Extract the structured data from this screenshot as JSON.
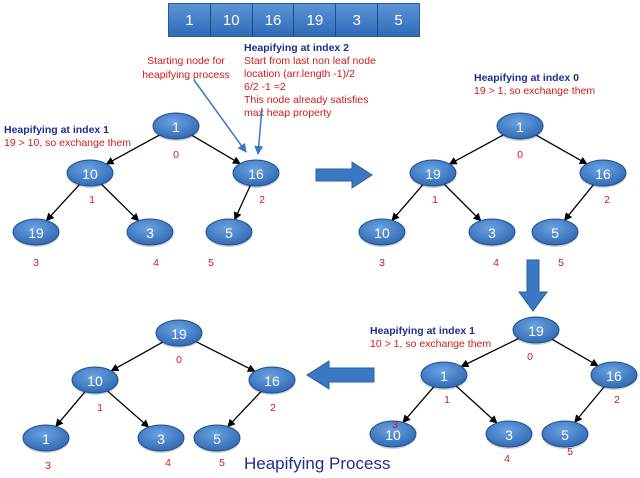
{
  "array": [
    "1",
    "10",
    "16",
    "19",
    "3",
    "5"
  ],
  "notes": {
    "start_node": "Starting node for heapifying process",
    "index2_heading": "Heapifying at index 2",
    "index2_lines": [
      "Start from last non leaf node",
      "location (arr.length -1)/2",
      "6/2 -1 =2",
      "This node already satisfies",
      "max heap property"
    ],
    "tl_heading": "Heapifying at index 1",
    "tl_text": "19 > 10, so exchange them",
    "tr_heading": "Heapifying at index 0",
    "tr_text": "19 > 1, so exchange them",
    "br_heading": "Heapifying at index 1",
    "br_text": "10 > 1, so exchange them"
  },
  "trees": [
    {
      "name": "tree-step-1",
      "values": [
        "1",
        "10",
        "16",
        "19",
        "3",
        "5"
      ]
    },
    {
      "name": "tree-step-2",
      "values": [
        "1",
        "19",
        "16",
        "10",
        "3",
        "5"
      ]
    },
    {
      "name": "tree-step-3",
      "values": [
        "19",
        "1",
        "16",
        "10",
        "3",
        "5"
      ]
    },
    {
      "name": "tree-step-4",
      "values": [
        "19",
        "10",
        "16",
        "1",
        "3",
        "5"
      ]
    }
  ],
  "index_labels": [
    "0",
    "1",
    "2",
    "3",
    "4",
    "5"
  ],
  "footer": {
    "title": "Heapifying Process"
  },
  "colors": {
    "node": "#3b78c7",
    "node_dark": "#1d4f8f",
    "arrow": "#3a78c2",
    "text_red": "#d11a1a",
    "text_blue": "#1f2f8c"
  }
}
